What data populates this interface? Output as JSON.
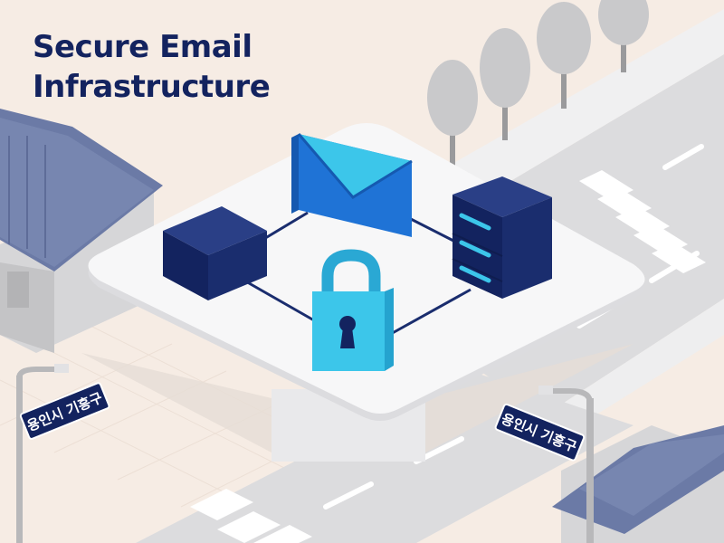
{
  "title": {
    "line1": "Secure Email",
    "line2": "Infrastructure"
  },
  "street_signs": [
    {
      "text": "용인시 기흥구"
    },
    {
      "text": "용인시 기흥구"
    }
  ],
  "colors": {
    "background": "#f6ece4",
    "title": "#13235f",
    "navy": "#1a2d6e",
    "cyan": "#3cc6ea",
    "blue": "#1f73d6",
    "platform": "#f4f4f6",
    "road": "#d9d9db",
    "roof": "#6b7aa6"
  },
  "icons": [
    "envelope-icon",
    "server-icon",
    "lock-icon",
    "cube-icon"
  ]
}
